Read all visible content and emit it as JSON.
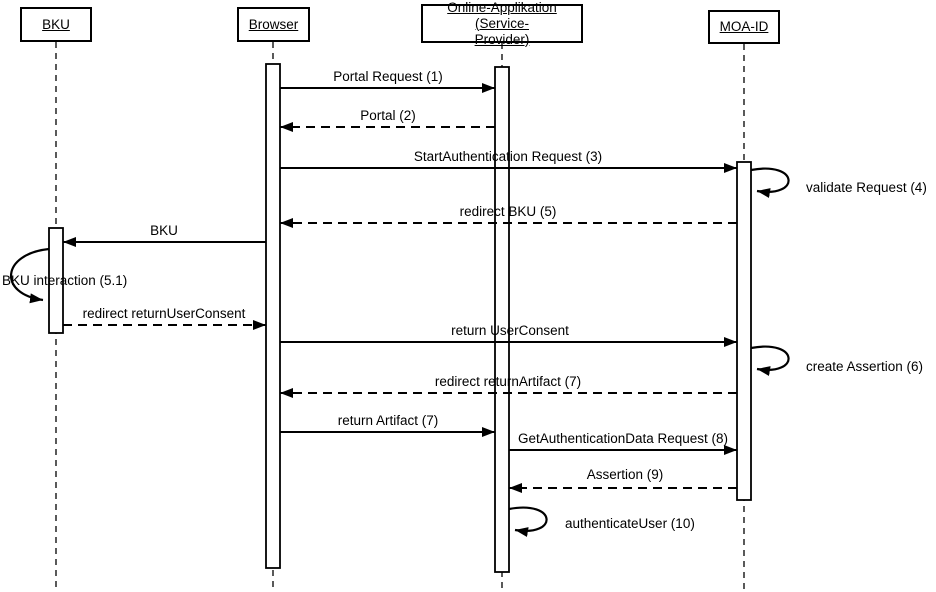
{
  "colors": {
    "line": "#000000",
    "background": "#ffffff"
  },
  "actors": [
    {
      "id": "bku",
      "label": "BKU"
    },
    {
      "id": "browser",
      "label": "Browser"
    },
    {
      "id": "online_app",
      "label": "Online-Applikation (Service-\nProvider)"
    },
    {
      "id": "moa_id",
      "label": "MOA-ID"
    }
  ],
  "messages": [
    {
      "label": "Portal Request (1)",
      "from": "browser",
      "to": "online_app",
      "style": "solid"
    },
    {
      "label": "Portal (2)",
      "from": "online_app",
      "to": "browser",
      "style": "dashed"
    },
    {
      "label": "StartAuthentication Request (3)",
      "from": "browser",
      "to": "moa_id",
      "style": "solid"
    },
    {
      "label": "validate Request (4)",
      "from": "moa_id",
      "to": "moa_id",
      "style": "self"
    },
    {
      "label": "redirect BKU (5)",
      "from": "moa_id",
      "to": "browser",
      "style": "dashed"
    },
    {
      "label": "BKU",
      "from": "browser",
      "to": "bku",
      "style": "solid"
    },
    {
      "label": "BKU interaction (5.1)",
      "from": "bku",
      "to": "bku",
      "style": "self"
    },
    {
      "label": "redirect returnUserConsent",
      "from": "bku",
      "to": "browser",
      "style": "dashed"
    },
    {
      "label": "return UserConsent",
      "from": "browser",
      "to": "moa_id",
      "style": "solid"
    },
    {
      "label": "create Assertion (6)",
      "from": "moa_id",
      "to": "moa_id",
      "style": "self"
    },
    {
      "label": "redirect returnArtifact (7)",
      "from": "moa_id",
      "to": "browser",
      "style": "dashed"
    },
    {
      "label": "return Artifact (7)",
      "from": "browser",
      "to": "online_app",
      "style": "solid"
    },
    {
      "label": "GetAuthenticationData Request (8)",
      "from": "online_app",
      "to": "moa_id",
      "style": "solid"
    },
    {
      "label": "Assertion (9)",
      "from": "moa_id",
      "to": "online_app",
      "style": "dashed"
    },
    {
      "label": "authenticateUser (10)",
      "from": "online_app",
      "to": "online_app",
      "style": "self"
    }
  ]
}
